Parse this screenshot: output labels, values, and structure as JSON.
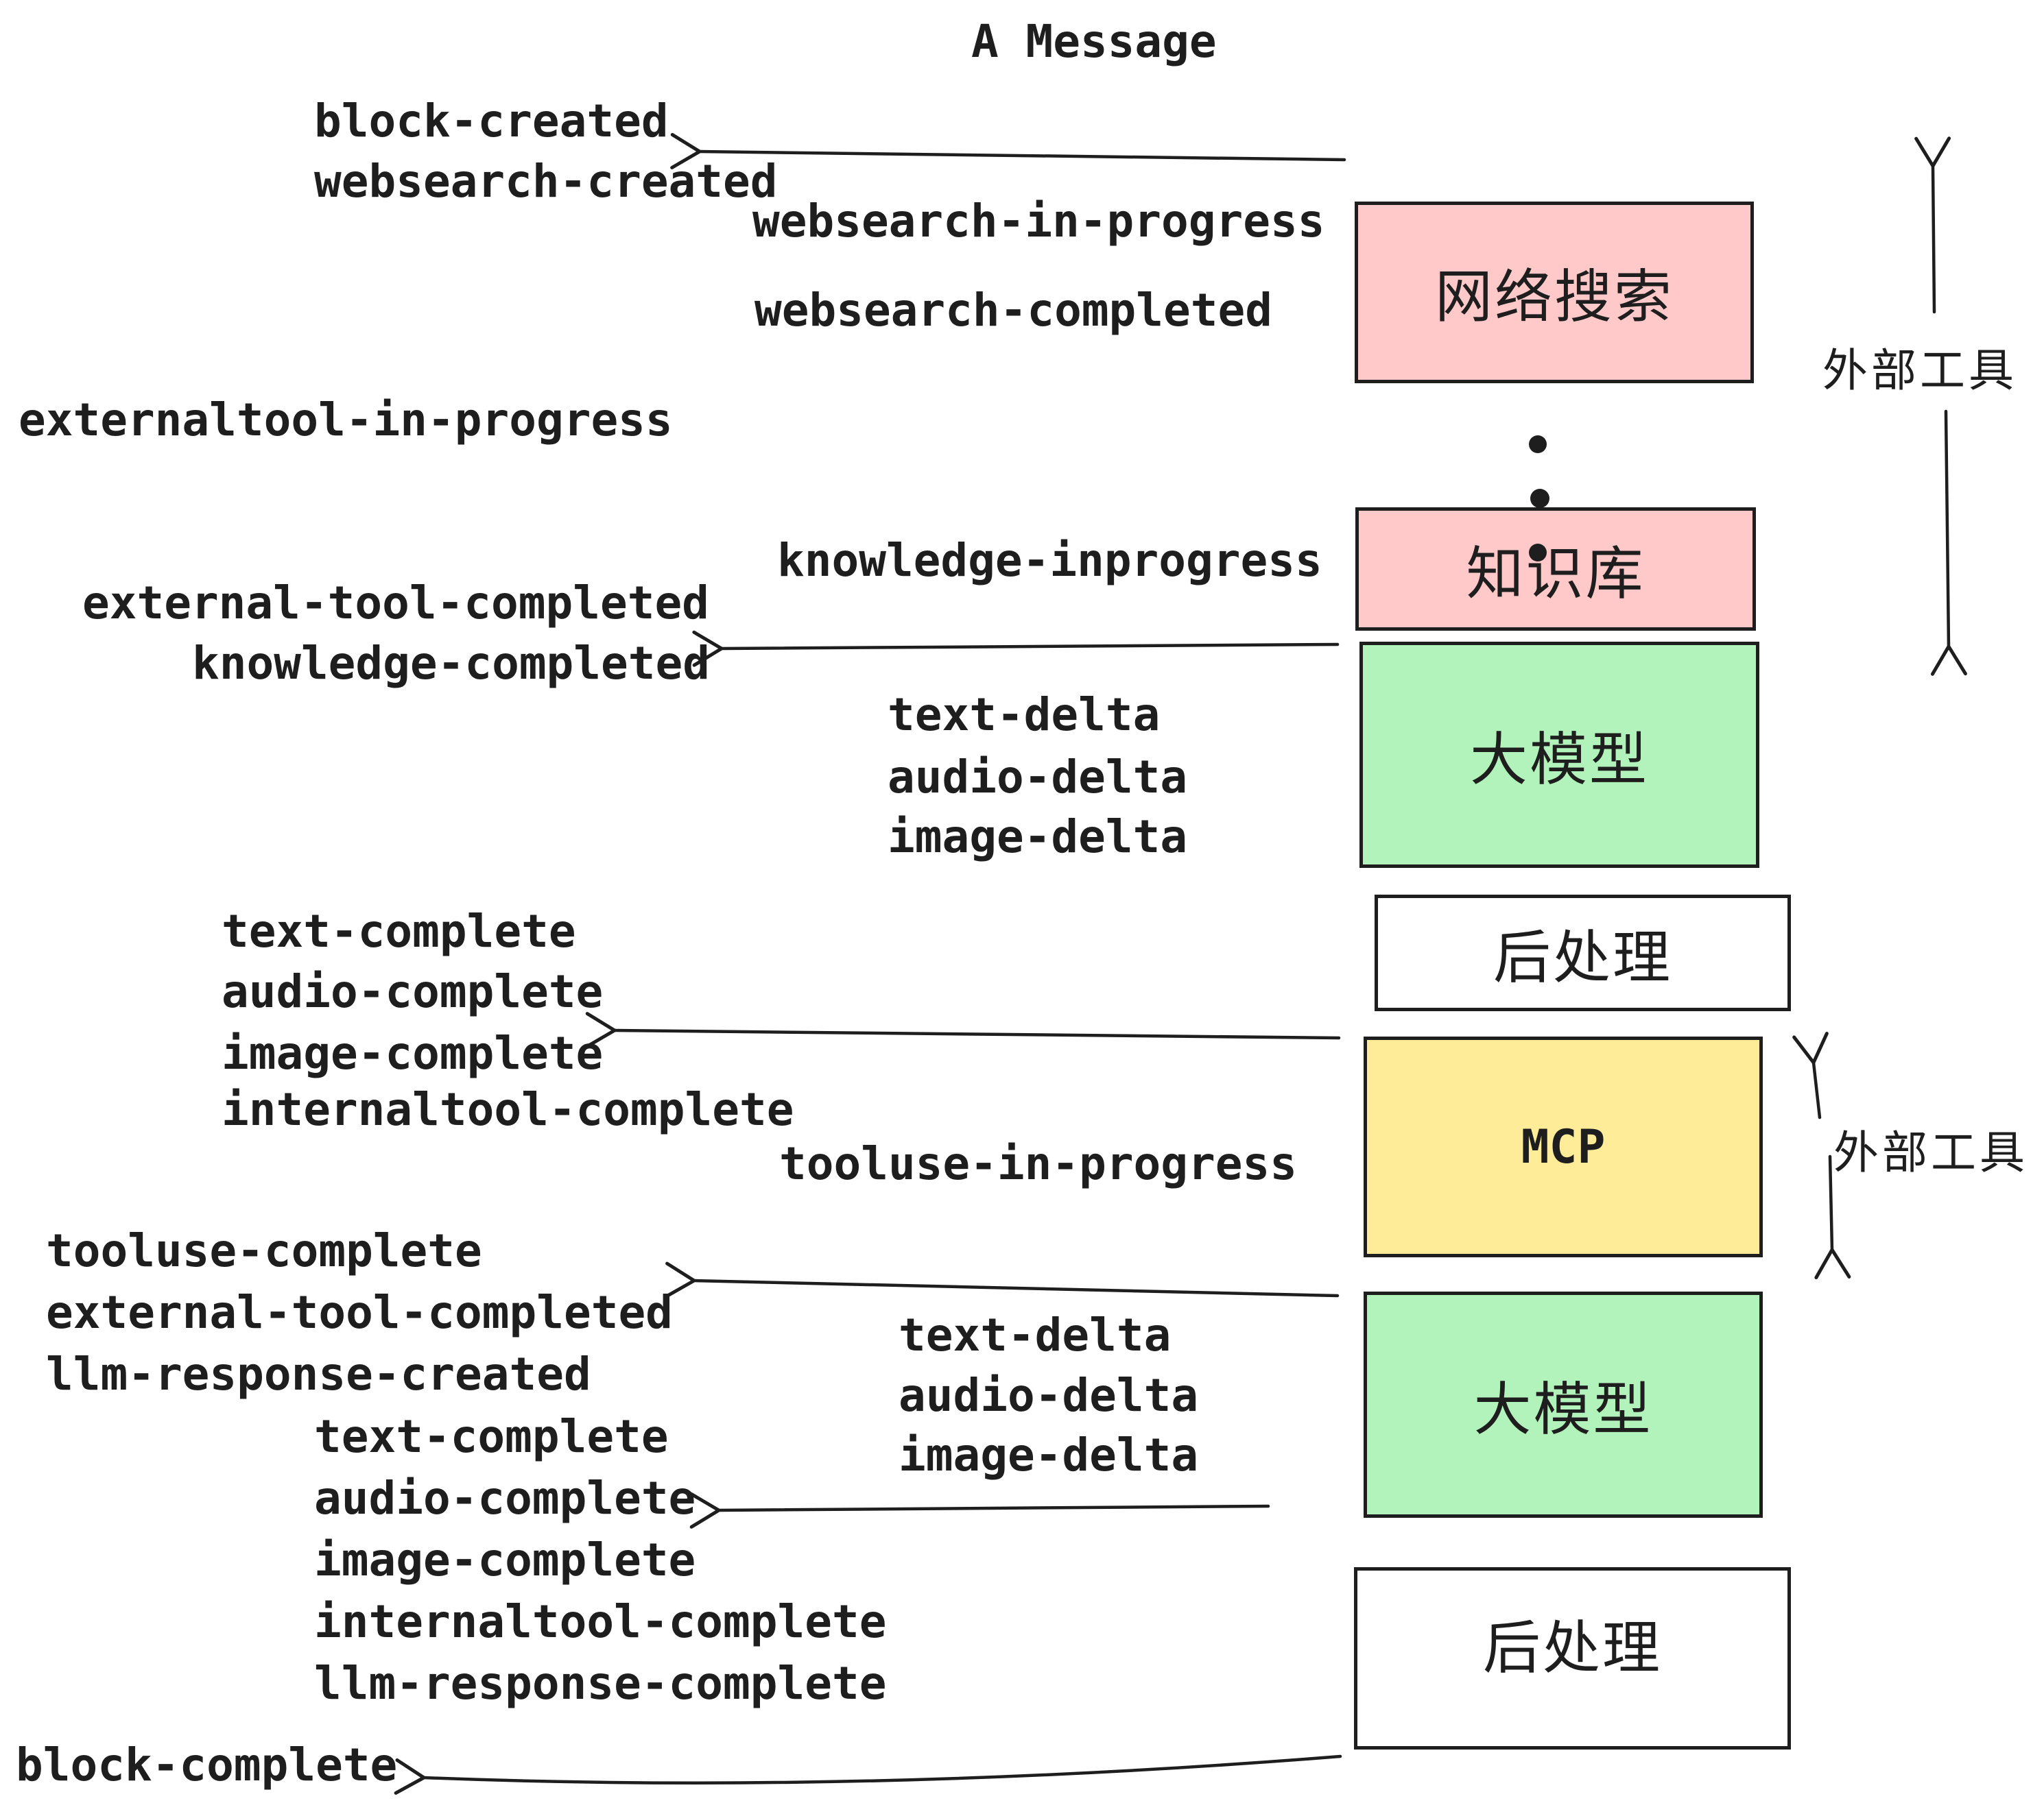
{
  "title": "A Message",
  "colors": {
    "background": "#ffffff",
    "ink": "#1e1e1e",
    "pink": "#ffc9c9",
    "green": "#b2f2bb",
    "yellow": "#ffec99",
    "white": "#ffffff"
  },
  "boxes": [
    {
      "id": "websearch",
      "label": "网络搜索",
      "fill": "#ffc9c9"
    },
    {
      "id": "knowledge",
      "label": "知识库",
      "fill": "#ffc9c9"
    },
    {
      "id": "llm-1",
      "label": "大模型",
      "fill": "#b2f2bb"
    },
    {
      "id": "postprocess-1",
      "label": "后处理",
      "fill": "#ffffff"
    },
    {
      "id": "mcp",
      "label": "MCP",
      "fill": "#ffec99"
    },
    {
      "id": "llm-2",
      "label": "大模型",
      "fill": "#b2f2bb"
    },
    {
      "id": "postprocess-2",
      "label": "后处理",
      "fill": "#ffffff"
    }
  ],
  "events": [
    {
      "text": "block-created"
    },
    {
      "text": "websearch-created"
    },
    {
      "text": "websearch-in-progress"
    },
    {
      "text": "websearch-completed"
    },
    {
      "text": "externaltool-in-progress"
    },
    {
      "text": "knowledge-inprogress"
    },
    {
      "text": "external-tool-completed"
    },
    {
      "text": "knowledge-completed"
    },
    {
      "text": "text-delta"
    },
    {
      "text": "audio-delta"
    },
    {
      "text": "image-delta"
    },
    {
      "text": "text-complete"
    },
    {
      "text": "audio-complete"
    },
    {
      "text": "image-complete"
    },
    {
      "text": "internaltool-complete"
    },
    {
      "text": "tooluse-in-progress"
    },
    {
      "text": "tooluse-complete"
    },
    {
      "text": "external-tool-completed"
    },
    {
      "text": "llm-response-created"
    },
    {
      "text": "text-delta"
    },
    {
      "text": "audio-delta"
    },
    {
      "text": "image-delta"
    },
    {
      "text": "text-complete"
    },
    {
      "text": "audio-complete"
    },
    {
      "text": "image-complete"
    },
    {
      "text": "internaltool-complete"
    },
    {
      "text": "llm-response-complete"
    },
    {
      "text": "block-complete"
    }
  ],
  "annotations": [
    {
      "id": "external-tools-top",
      "label": "外部工具"
    },
    {
      "id": "external-tools-mcp",
      "label": "外部工具"
    }
  ]
}
